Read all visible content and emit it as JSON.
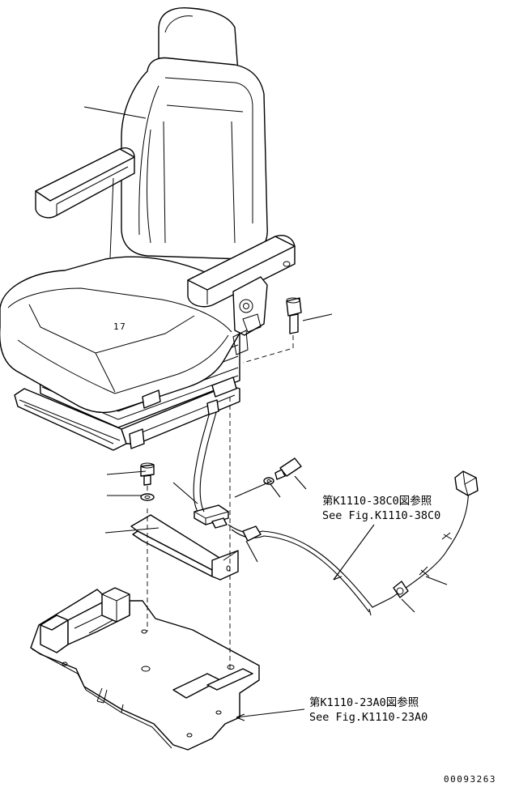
{
  "references": [
    {
      "jp": "第K1110-38C0図参照",
      "en": "See Fig.K1110-38C0"
    },
    {
      "jp": "第K1110-23A0図参照",
      "en": "See Fig.K1110-23A0"
    }
  ],
  "drawing_code": "00093263",
  "seat_mark": "17"
}
